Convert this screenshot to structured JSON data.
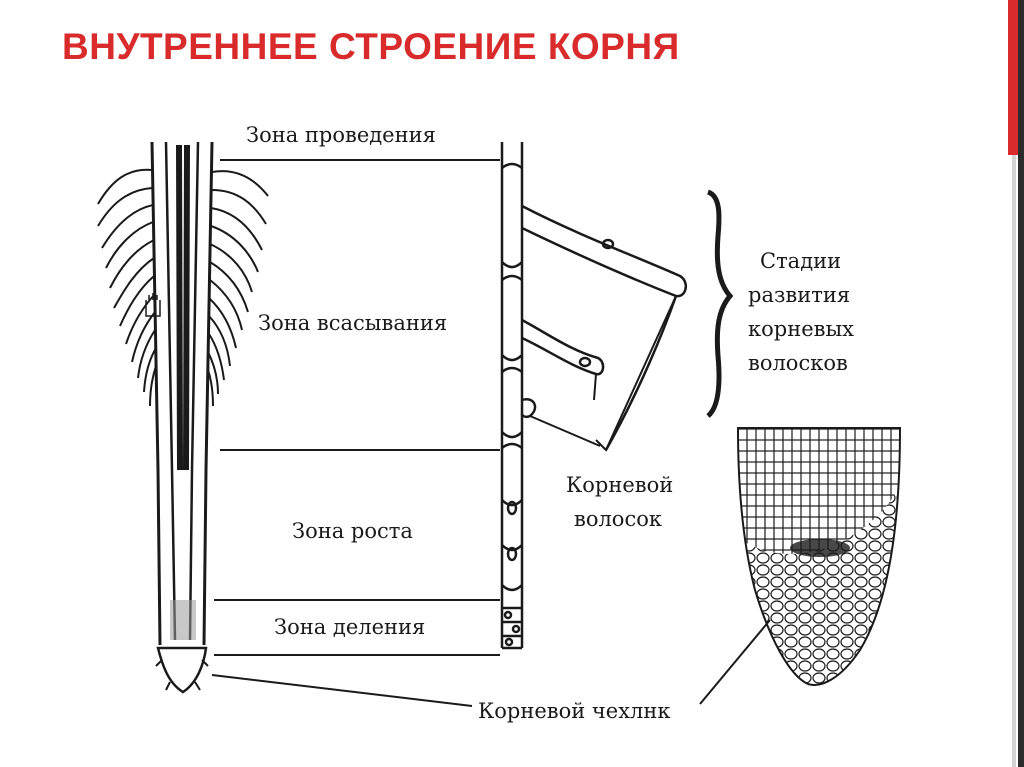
{
  "title": "ВНУТРЕННЕЕ СТРОЕНИЕ КОРНЯ",
  "colors": {
    "accent": "#d92b2b",
    "ink": "#1a1a1a"
  },
  "labels": {
    "zone_conduction": "Зона проведения",
    "zone_absorption": "Зона всасывания",
    "zone_growth": "Зона роста",
    "zone_division": "Зона деления",
    "root_cap": "Корневой чехлнк",
    "root_hair_line1": "Корневой",
    "root_hair_line2": "волосок",
    "stages_line1": "Стадии",
    "stages_line2": "развития",
    "stages_line3": "корневых",
    "stages_line4": "волосков"
  }
}
